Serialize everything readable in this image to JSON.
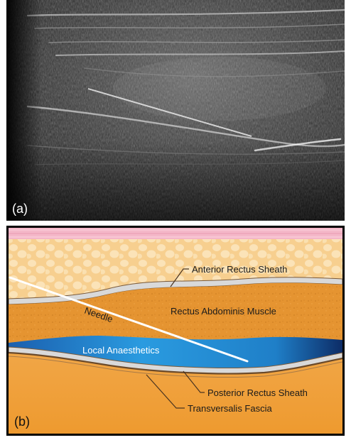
{
  "panel_a": {
    "label": "(a)"
  },
  "panel_b": {
    "label": "(b)",
    "labels": {
      "anterior_rectus_sheath": "Anterior Rectus Sheath",
      "rectus_abdominis_muscle": "Rectus Abdominis Muscle",
      "needle": "Needle",
      "local_anaesthetics": "Local Anaesthetics",
      "posterior_rectus_sheath": "Posterior Rectus Sheath",
      "transversalis_fascia": "Transversalis Fascia"
    }
  },
  "colors": {
    "skin": "#f4b7c8",
    "subcutaneous_fat": "#f7cf8f",
    "fat_globule": "#fbe3b8",
    "sheath": "#d9d9d9",
    "muscle": "#e59431",
    "anaesthetic": "#1f8fd3",
    "deep_tissue": "#f0a23f",
    "needle": "#ffffff"
  }
}
